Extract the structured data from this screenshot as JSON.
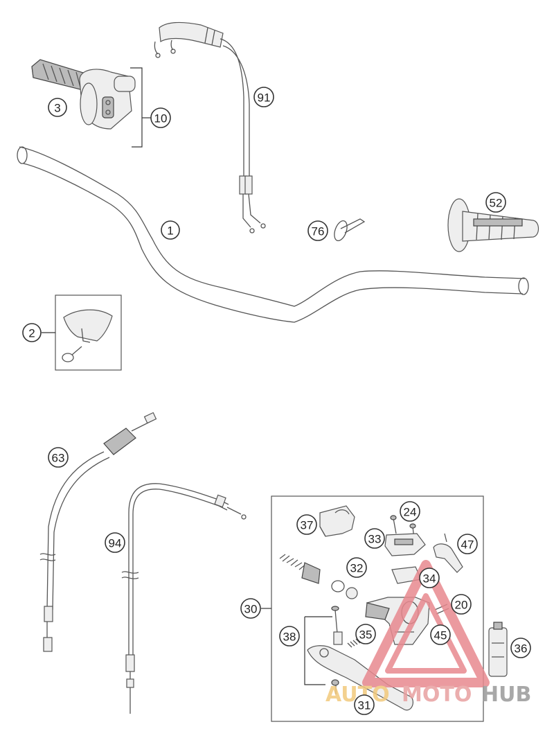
{
  "labels": {
    "p1": "1",
    "p2": "2",
    "p3": "3",
    "p10": "10",
    "p20": "20",
    "p24": "24",
    "p30": "30",
    "p31": "31",
    "p32": "32",
    "p33": "33",
    "p34": "34",
    "p35": "35",
    "p36": "36",
    "p37": "37",
    "p38": "38",
    "p45": "45",
    "p47": "47",
    "p52": "52",
    "p63": "63",
    "p76": "76",
    "p91": "91",
    "p94": "94"
  },
  "watermark": {
    "part_a": "AUTO",
    "part_b": "MOTO",
    "part_c": "HUB"
  },
  "colors": {
    "line": "#555555",
    "watermark_triangle": "#e8898f",
    "watermark_auto": "#f2c97c",
    "watermark_hub": "#9a9a9a"
  }
}
